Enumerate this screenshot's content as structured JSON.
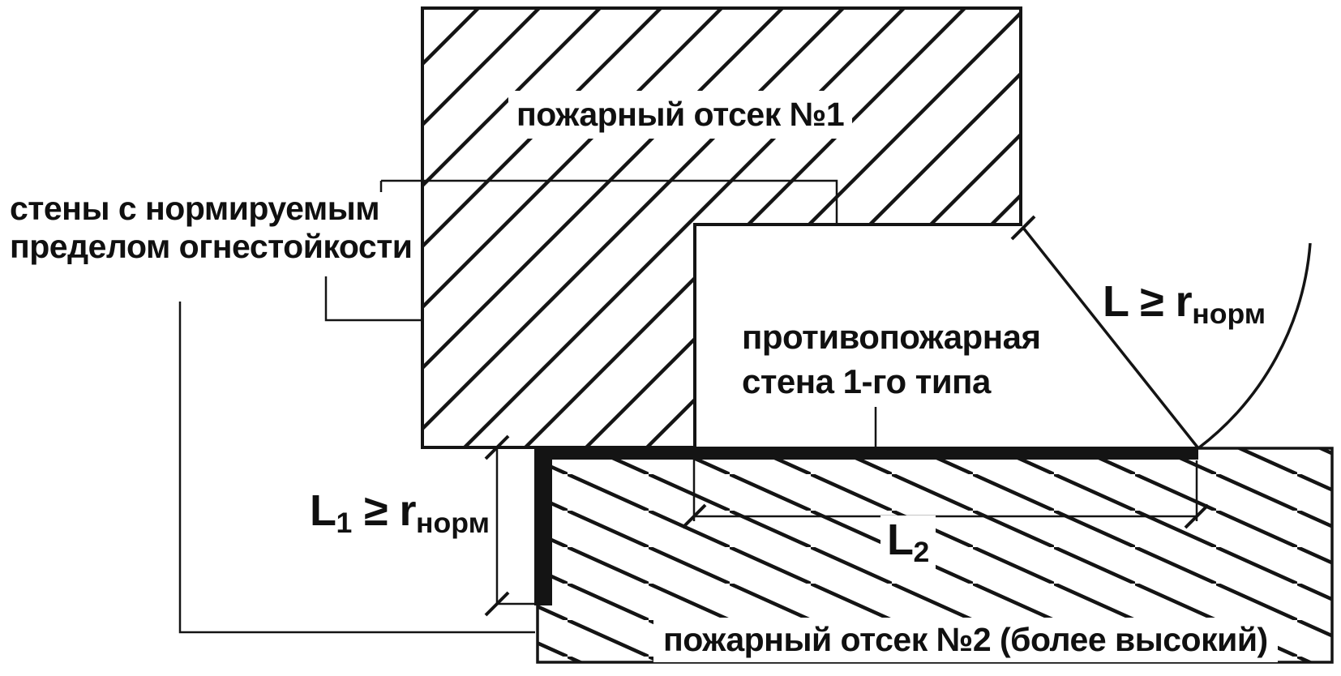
{
  "figure": {
    "compartment1_label": "пожарный отсек №1",
    "compartment2_label": "пожарный отсек №2 (более высокий)",
    "walls_label_line1": "стены с нормируемым",
    "walls_label_line2": "пределом огнестойкости",
    "firewall_label_line1": "противопожарная",
    "firewall_label_line2": "стена 1-го типа"
  },
  "dimensions": {
    "l": {
      "pre": "L",
      "sub1": "",
      "mid": " ≥ r",
      "sub2": "норм"
    },
    "l1": {
      "pre": "L",
      "sub1": "1",
      "mid": " ≥ r",
      "sub2": "норм"
    },
    "l2": {
      "pre": "L",
      "sub1": "2",
      "mid": "",
      "sub2": ""
    }
  },
  "colors": {
    "ink": "#141414",
    "background": "#ffffff"
  }
}
